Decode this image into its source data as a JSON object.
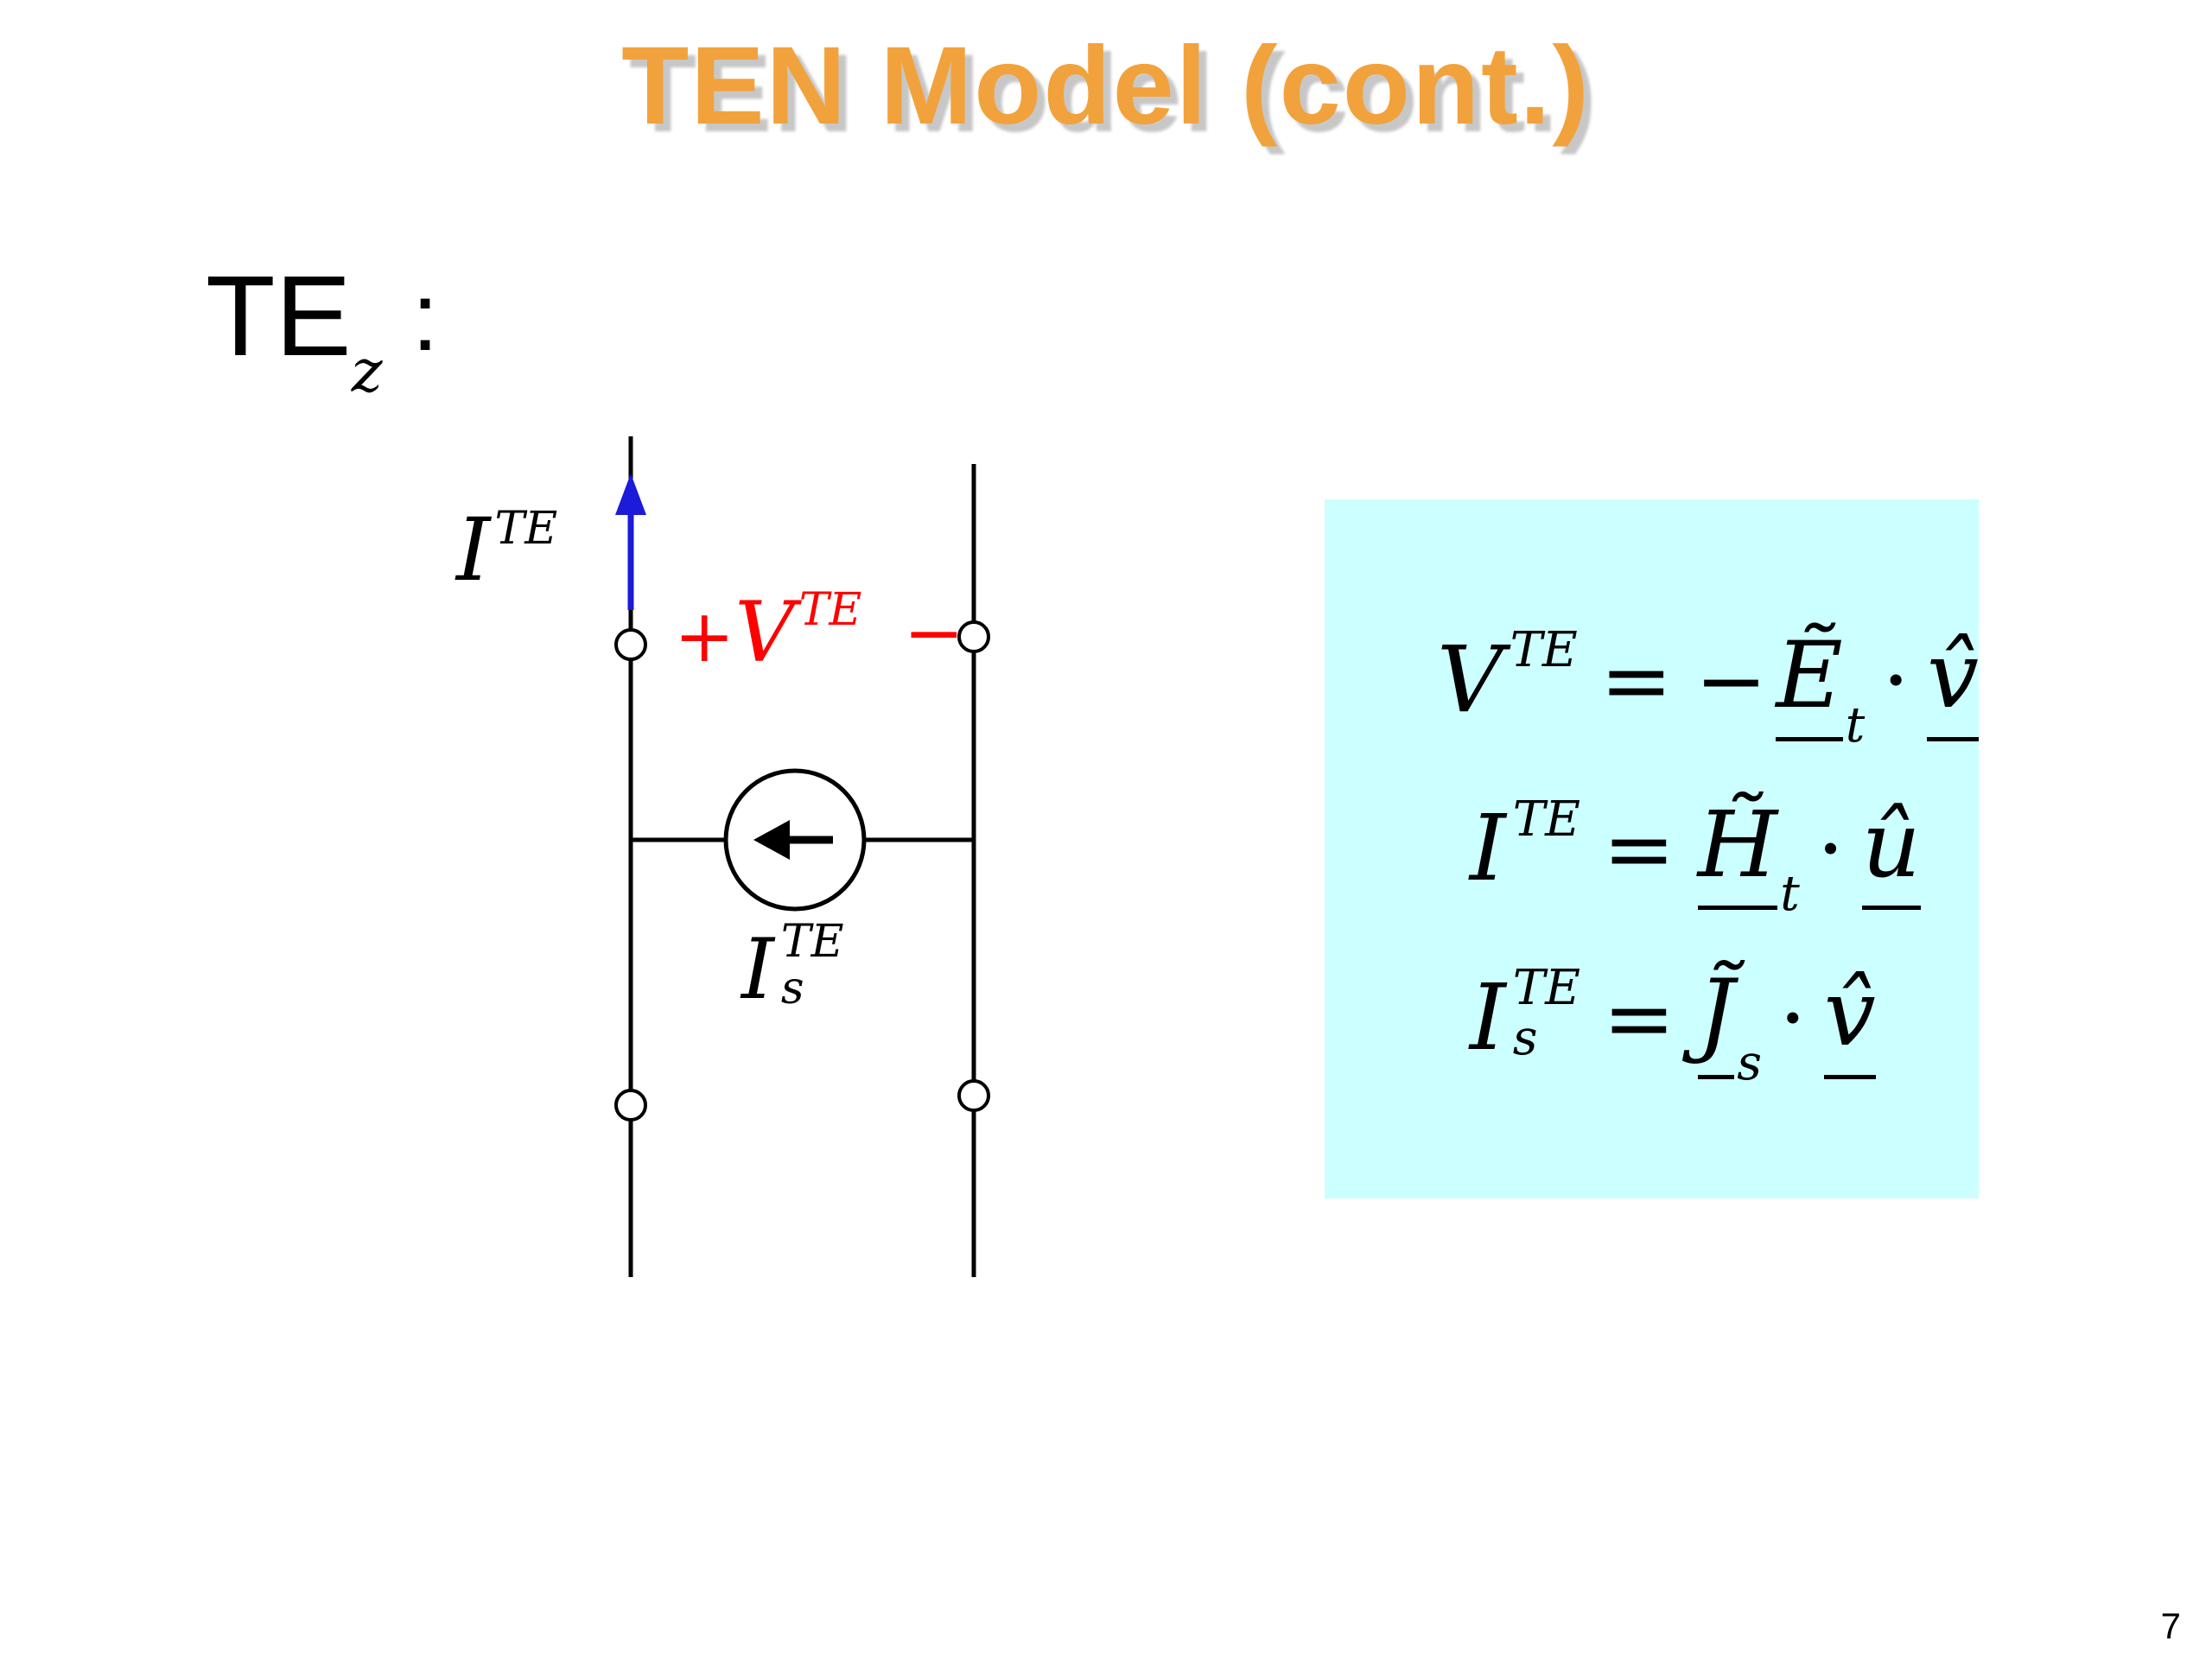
{
  "slide": {
    "title": "TEN Model (cont.)",
    "page_number": "7"
  },
  "mode_label": {
    "base": "TE",
    "sub": "z",
    "colon": ":"
  },
  "diagram": {
    "current_arrow_label": {
      "base": "I",
      "sup": "TE"
    },
    "voltage_label": {
      "plus": "+",
      "base": "V",
      "sup": "TE",
      "minus": "−"
    },
    "source_label": {
      "base": "I",
      "sup": "TE",
      "sub": "s"
    }
  },
  "panel": {
    "equations": [
      {
        "lhs": {
          "base": "V",
          "sup": "TE",
          "sub": ""
        },
        "eq": "=",
        "minus": "−",
        "a": {
          "letter": "Ẽ",
          "sub": "t"
        },
        "dot": "·",
        "b": {
          "letter": "v̂",
          "sub": ""
        }
      },
      {
        "lhs": {
          "base": "I",
          "sup": "TE",
          "sub": ""
        },
        "eq": "=",
        "minus": "",
        "a": {
          "letter": "H̃",
          "sub": "t"
        },
        "dot": "·",
        "b": {
          "letter": "û",
          "sub": ""
        }
      },
      {
        "lhs": {
          "base": "I",
          "sup": "TE",
          "sub": "s"
        },
        "eq": "=",
        "minus": "",
        "a": {
          "letter": "J̃",
          "sub": "s"
        },
        "dot": "·",
        "b": {
          "letter": "v̂",
          "sub": ""
        }
      }
    ]
  },
  "colors": {
    "title_orange": "#f2a23c",
    "voltage_red": "#ff0000",
    "current_arrow_blue": "#1b1bd8",
    "panel_background": "#ccffff"
  }
}
